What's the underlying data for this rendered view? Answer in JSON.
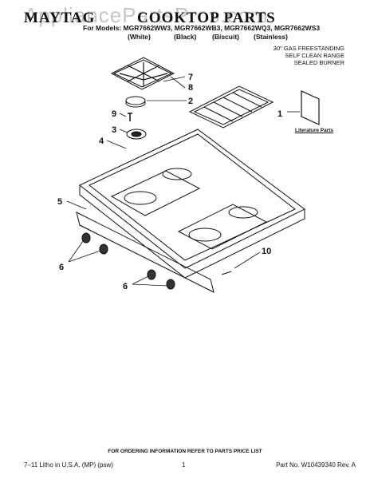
{
  "header": {
    "brand": "MAYTAG",
    "title": "COOKTOP PARTS",
    "models": "For Models: MGR7662WW3, MGR7662WB3, MGR7662WQ3, MGR7662WS3",
    "colors": [
      "(White)",
      "(Black)",
      "(Biscuit)",
      "(Stainless)"
    ],
    "description": [
      "30\" GAS FREESTANDING",
      "SELF CLEAN RANGE",
      "SEALED BURNER"
    ]
  },
  "watermark": "AppliancePartsPros.com",
  "callouts": [
    "1",
    "2",
    "3",
    "4",
    "5",
    "6",
    "6",
    "7",
    "8",
    "9",
    "10"
  ],
  "literature_label": "Literature Parts",
  "footer": {
    "ordering": "FOR ORDERING INFORMATION REFER TO PARTS PRICE LIST",
    "litho": "7–11 Litho in U.S.A. (MP) (psw)",
    "page": "1",
    "part_no": "Part No. W10439340 Rev. A"
  }
}
